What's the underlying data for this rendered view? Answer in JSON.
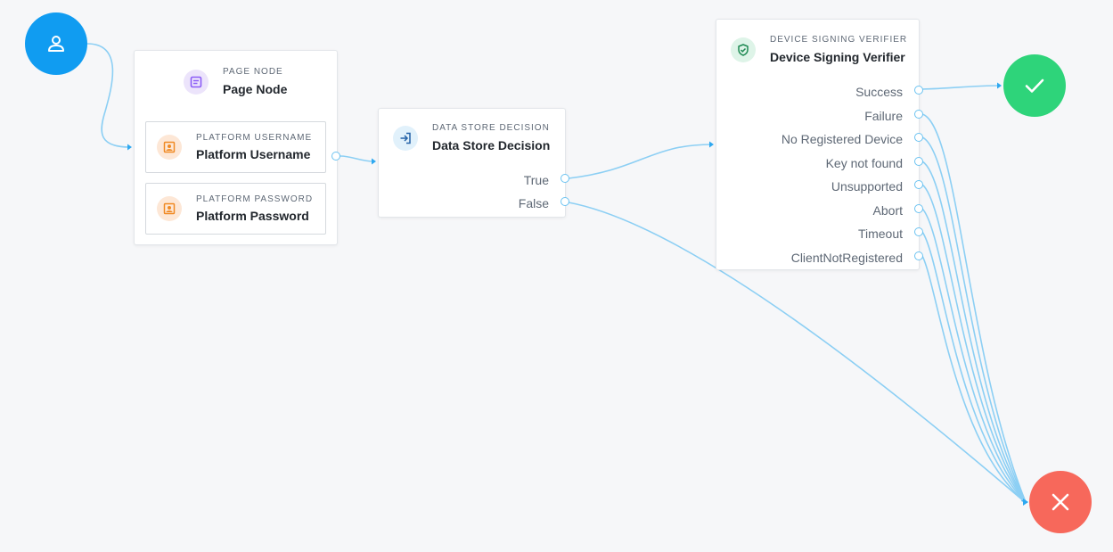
{
  "flow": {
    "start": {
      "icon": "person-icon"
    },
    "page_node": {
      "type": "PAGE NODE",
      "title": "Page Node",
      "icon": "page-icon",
      "children": [
        {
          "type": "PLATFORM USERNAME",
          "title": "Platform Username",
          "icon": "person-card-icon"
        },
        {
          "type": "PLATFORM PASSWORD",
          "title": "Platform Password",
          "icon": "person-card-icon"
        }
      ]
    },
    "data_store_decision": {
      "type": "DATA STORE DECISION",
      "title": "Data Store Decision",
      "icon": "login-arrow-icon",
      "outcomes": [
        "True",
        "False"
      ]
    },
    "device_signing_verifier": {
      "type": "DEVICE SIGNING VERIFIER",
      "title": "Device Signing Verifier",
      "icon": "shield-check-icon",
      "outcomes": [
        "Success",
        "Failure",
        "No Registered Device",
        "Key not found",
        "Unsupported",
        "Abort",
        "Timeout",
        "ClientNotRegistered"
      ]
    },
    "success": {
      "icon": "check-icon"
    },
    "failure": {
      "icon": "x-icon"
    }
  },
  "colors": {
    "edge": "#8ccff4",
    "start": "#109cf1",
    "success": "#2ed47a",
    "failure": "#f7685b"
  }
}
